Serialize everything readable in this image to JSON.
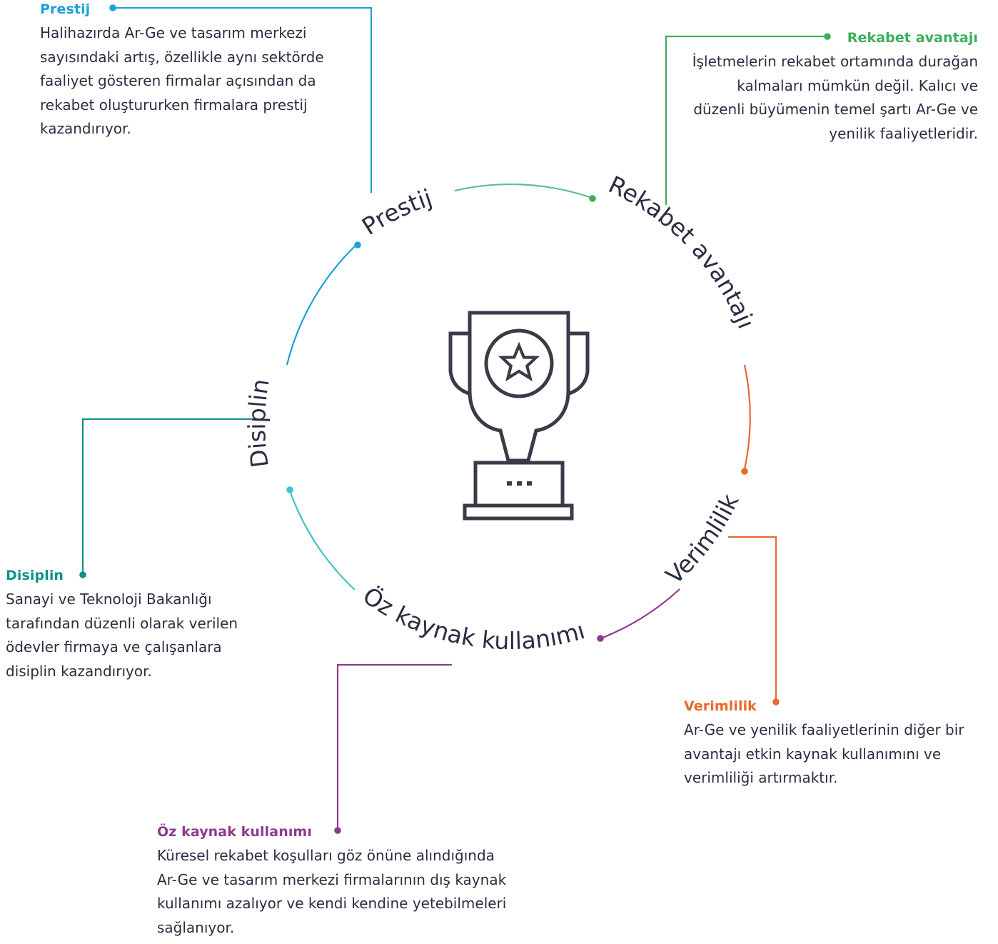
{
  "ring_labels": {
    "prestij": "Prestij",
    "rekabet": "Rekabet avantajı",
    "verimlilik": "Verimlilik",
    "oz_kaynak": "Öz kaynak kullanımı",
    "disiplin": "Disiplin"
  },
  "blocks": {
    "prestij": {
      "title": "Prestij",
      "text": "Halihazırda Ar-Ge ve tasarım merkezi sayısındaki artış, özellikle aynı sektörde faaliyet gösteren firmalar açısından da rekabet oluştururken firmalara prestij kazandırıyor."
    },
    "rekabet": {
      "title": "Rekabet avantajı",
      "text": "İşletmelerin rekabet ortamında durağan kalmaları mümkün değil. Kalıcı ve düzenli büyümenin temel şartı Ar-Ge ve yenilik faaliyetleridir."
    },
    "verimlilik": {
      "title": "Verimlilik",
      "text": "Ar-Ge ve yenilik faaliyetlerinin diğer bir avantajı etkin kaynak kullanımını ve verimliliği artırmaktır."
    },
    "oz_kaynak": {
      "title": "Öz kaynak kullanımı",
      "text": "Küresel rekabet koşulları göz önüne alındığında Ar-Ge ve tasarım merkezi firmalarının dış kaynak kullanımı azalıyor ve kendi kendine yetebilmeleri sağlanıyor."
    },
    "disiplin": {
      "title": "Disiplin",
      "text": "Sanayi ve Teknoloji Bakanlığı tarafından düzenli olarak verilen ödevler firmaya ve çalışanlara disiplin kazandırıyor."
    }
  },
  "colors": {
    "prestij": "#1ea0d8",
    "rekabet": "#3dae5a",
    "verimlilik": "#e9692c",
    "oz_kaynak": "#8e3a8d",
    "disiplin": "#10918a",
    "disiplin_arc": "#3cc4c9",
    "rekabet_arc": "#5ec08a",
    "text": "#2b2d42",
    "icon": "#3a3b47"
  },
  "icon": "trophy-star-icon"
}
